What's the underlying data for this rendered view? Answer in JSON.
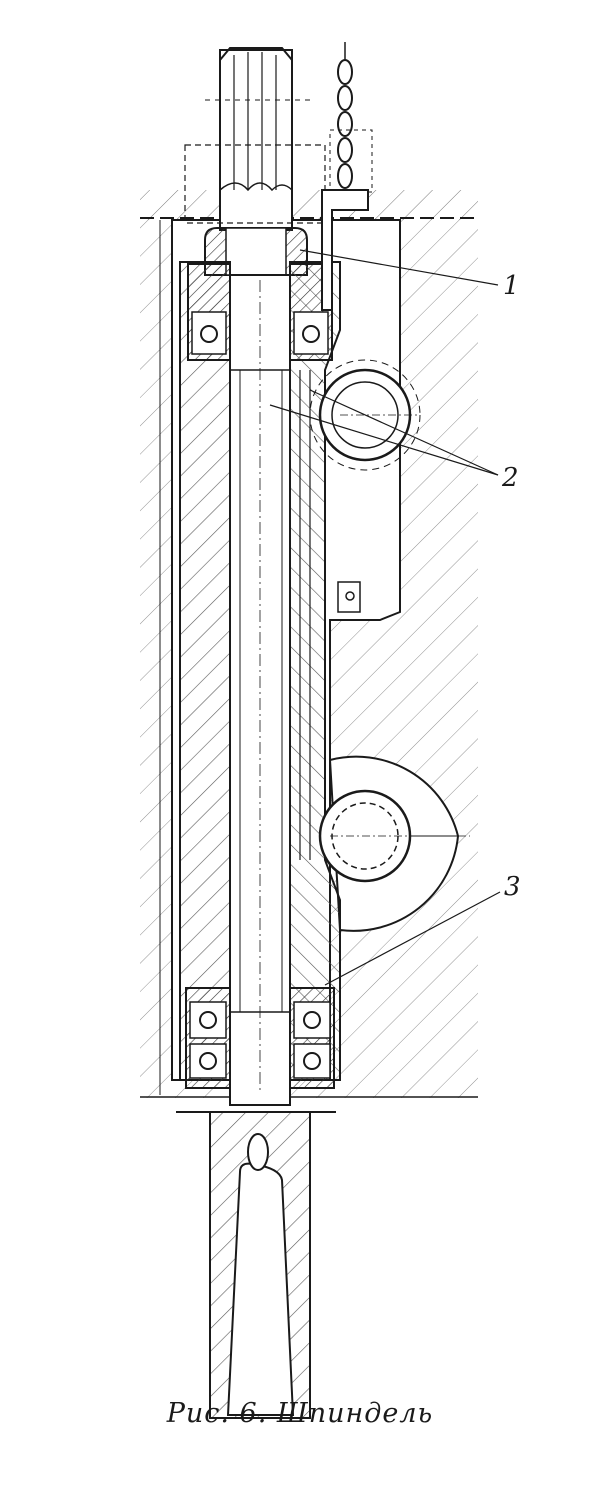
{
  "diagram": {
    "callouts": [
      {
        "id": "1",
        "label": "1"
      },
      {
        "id": "2",
        "label": "2"
      },
      {
        "id": "3",
        "label": "3"
      }
    ],
    "colors": {
      "ink": "#1a1a1a",
      "hatch": "#5a5a5a",
      "paper": "#ffffff"
    }
  },
  "caption": "Рис. 6. Шпиндель"
}
